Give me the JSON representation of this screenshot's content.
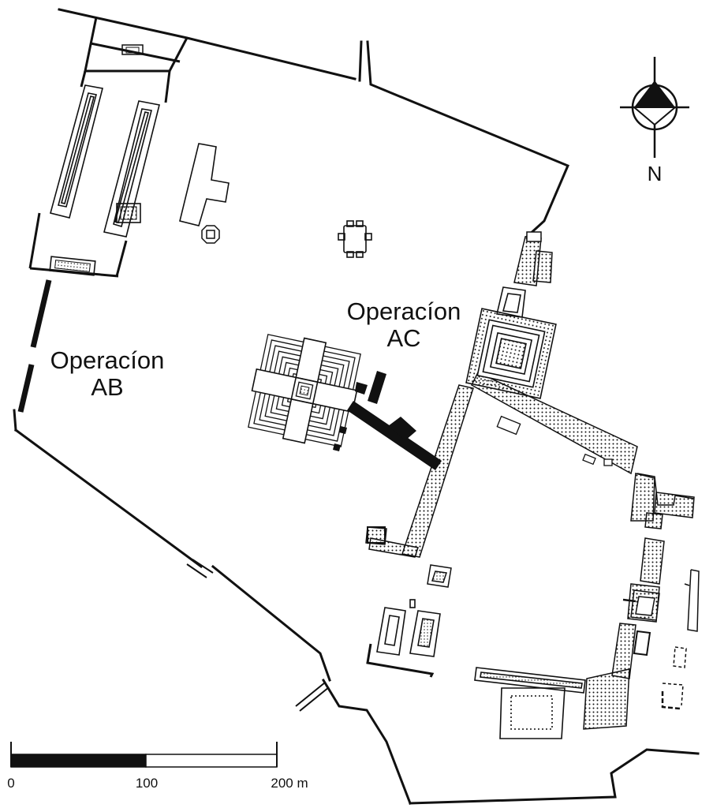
{
  "labels": {
    "operation_ab": {
      "line1": "Operacíon",
      "line2": "AB"
    },
    "operation_ac": {
      "line1": "Operacíon",
      "line2": "AC"
    },
    "north": "N"
  },
  "scale_bar": {
    "ticks": [
      "0",
      "100",
      "200 m"
    ],
    "colors": {
      "filled": "#111111",
      "empty": "#ffffff"
    }
  },
  "colors": {
    "ink": "#111111",
    "background": "#ffffff"
  },
  "icons": {
    "north_arrow": "compass-rose-icon"
  }
}
